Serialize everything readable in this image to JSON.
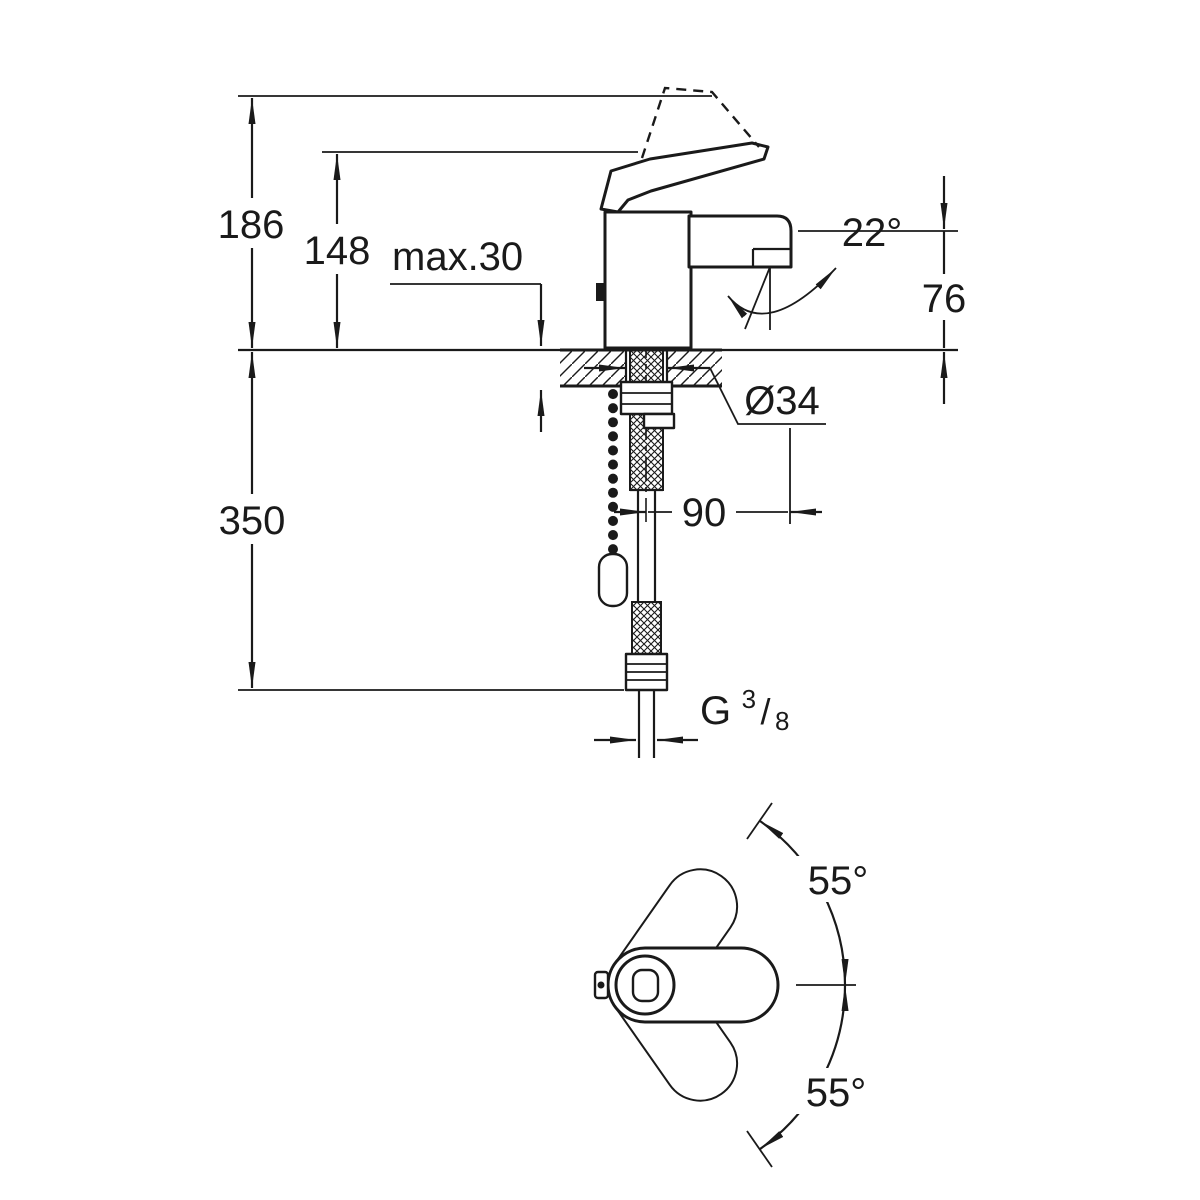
{
  "diagram": {
    "type": "technical-dimension-drawing",
    "subject": "single-lever-basin-faucet",
    "colors": {
      "line": "#1a1a1a",
      "background": "#ffffff"
    },
    "labels": {
      "total_height": "186",
      "body_height": "148",
      "deck_thickness": "max.30",
      "spout_angle": "22°",
      "spout_outlet_height": "76",
      "hole_diameter": "Ø34",
      "hose_length": "350",
      "spout_reach": "90",
      "thread_g": "G",
      "thread_num": "3",
      "thread_slash": "/",
      "thread_den": "8",
      "swivel_upper": "55°",
      "swivel_lower": "55°"
    }
  }
}
